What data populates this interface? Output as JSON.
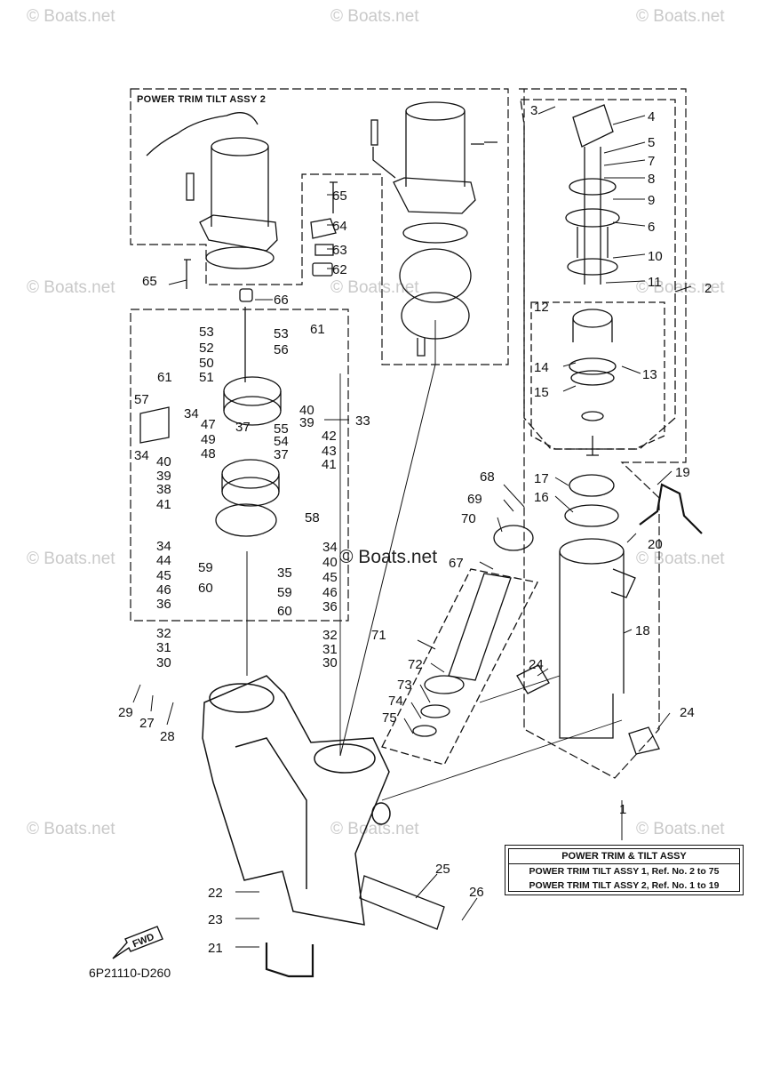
{
  "watermark": "© Boats.net",
  "assembly_boxes": {
    "assy2_label": "POWER TRIM TILT ASSY 2"
  },
  "legend": {
    "title": "POWER TRIM & TILT ASSY",
    "row1": "POWER TRIM TILT ASSY 1,  Ref. No. 2 to 75",
    "row2": "POWER TRIM TILT ASSY 2,  Ref. No. 1 to 19"
  },
  "fwd_label": "FWD",
  "diagram_code": "6P21110-D260",
  "part_numbers": [
    "1",
    "2",
    "3",
    "4",
    "5",
    "6",
    "7",
    "8",
    "9",
    "10",
    "11",
    "12",
    "13",
    "14",
    "15",
    "16",
    "17",
    "18",
    "19",
    "20",
    "21",
    "22",
    "23",
    "24",
    "24",
    "25",
    "26",
    "27",
    "28",
    "29",
    "30",
    "30",
    "31",
    "31",
    "32",
    "32",
    "33",
    "34",
    "34",
    "34",
    "34",
    "35",
    "36",
    "36",
    "37",
    "37",
    "38",
    "39",
    "39",
    "40",
    "40",
    "40",
    "41",
    "41",
    "42",
    "43",
    "44",
    "45",
    "45",
    "46",
    "46",
    "47",
    "48",
    "49",
    "50",
    "51",
    "52",
    "53",
    "53",
    "54",
    "55",
    "56",
    "57",
    "58",
    "59",
    "59",
    "60",
    "60",
    "61",
    "61",
    "62",
    "63",
    "64",
    "65",
    "65",
    "66",
    "67",
    "68",
    "69",
    "70",
    "71",
    "72",
    "73",
    "74",
    "75"
  ]
}
